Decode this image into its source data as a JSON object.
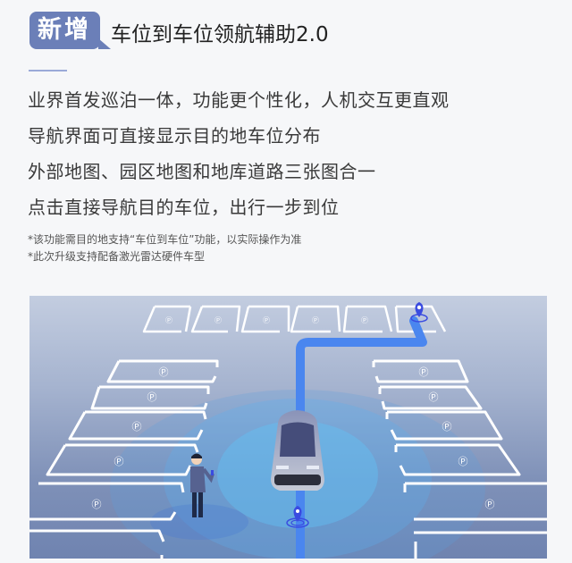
{
  "header": {
    "badge": "新增",
    "title": "车位到车位领航辅助2.0"
  },
  "features": [
    "业界首发巡泊一体，功能更个性化，人机交互更直观",
    "导航界面可直接显示目的地车位分布",
    "外部地图、园区地图和地库道路三张图合一",
    "点击直接导航目的车位，出行一步到位"
  ],
  "notes": [
    "*该功能需目的地支持“车位到车位”功能，以实际操作为准",
    "*此次升级支持配备激光雷达硬件车型"
  ],
  "illustration": {
    "parking_symbol": "P",
    "colors": {
      "badge": "#6b7fb8",
      "route": "#4a86ef",
      "pin": "#3a4be0",
      "radar": "#5cb3f0"
    }
  }
}
